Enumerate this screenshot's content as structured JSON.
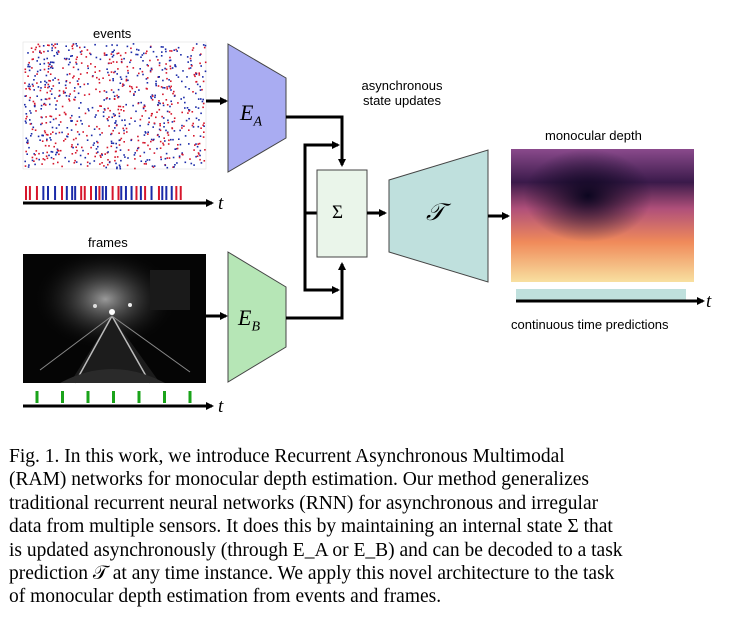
{
  "figure": {
    "events_label": "events",
    "frames_label": "frames",
    "encoder_a": {
      "letter": "E",
      "sub": "A"
    },
    "encoder_b": {
      "letter": "E",
      "sub": "B"
    },
    "state_label_line1": "asynchronous",
    "state_label_line2": "state updates",
    "sum_symbol": "Σ",
    "decoder_symbol": "𝒯",
    "depth_label": "monocular depth",
    "predictions_label": "continuous time predictions",
    "time_symbol": "t",
    "colors": {
      "encoder_a": "#a9acf2",
      "encoder_b": "#b6e6b6",
      "decoder": "#bfe0dd",
      "sum_box": "#eaf5ea",
      "event_blue": "#1a2aa8",
      "event_red": "#d6162c",
      "frame_tick": "#1aa31a",
      "prediction_bar": "#bfe0dd"
    }
  },
  "caption": {
    "lines": [
      "Fig. 1.   In this work, we introduce Recurrent Asynchronous Multimodal",
      "(RAM) networks for monocular depth estimation. Our method generalizes",
      "traditional recurrent neural networks (RNN) for asynchronous and irregular",
      "data from multiple sensors. It does this by maintaining an internal state Σ that",
      "is updated asynchronously (through E_A or E_B) and can be decoded to a task",
      "prediction 𝒯 at any time instance. We apply this novel architecture to the task",
      "of monocular depth estimation from events and frames."
    ]
  }
}
